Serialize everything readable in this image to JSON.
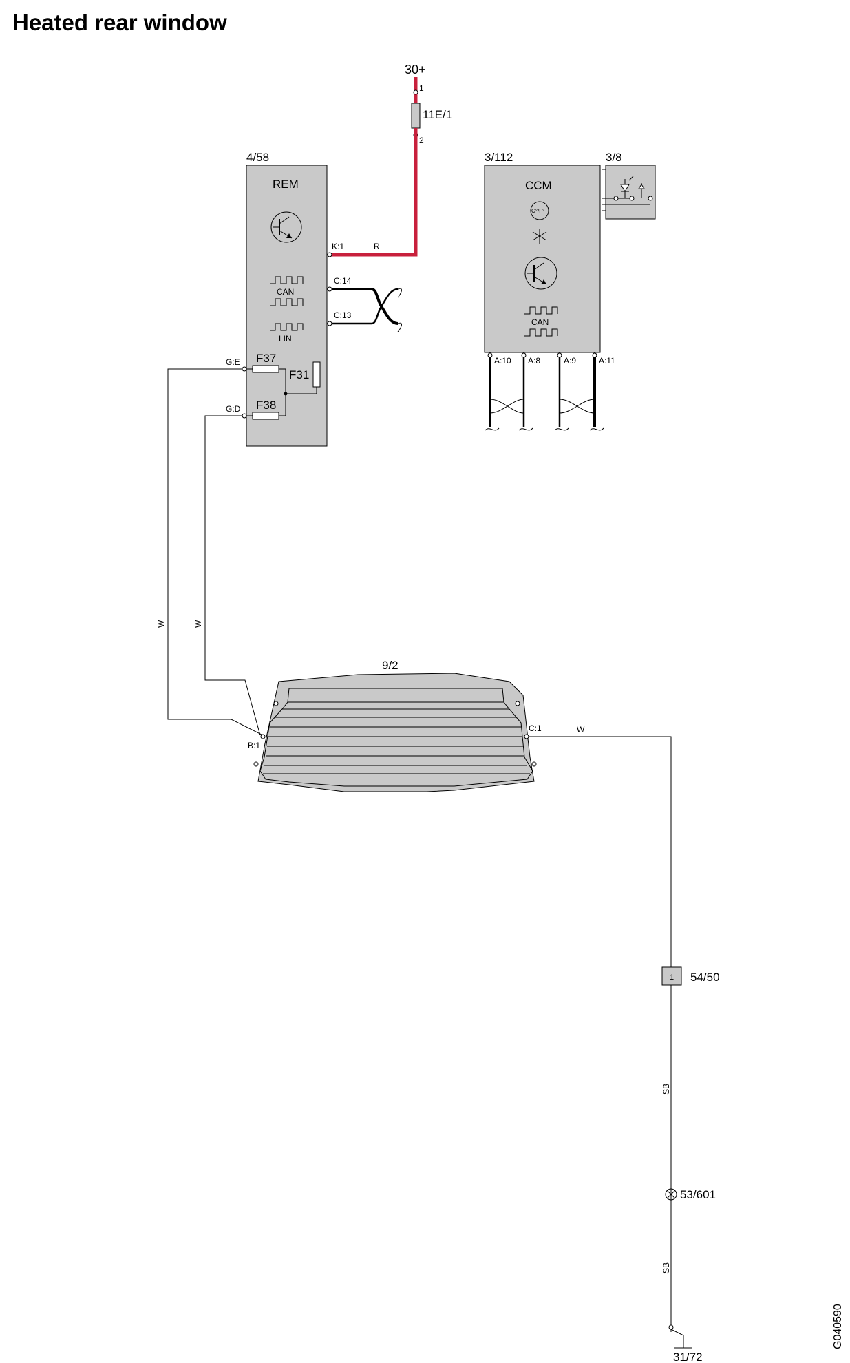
{
  "title": "Heated rear window",
  "drawing_number": "G040590",
  "power": {
    "label": "30+",
    "pin_top": "1",
    "pin_bottom": "2",
    "fuse": "11E/1"
  },
  "rem": {
    "id": "4/58",
    "name": "REM",
    "k1": "K:1",
    "c14": "C:14",
    "c13": "C:13",
    "ge": "G:E",
    "gd": "G:D",
    "can": "CAN",
    "lin": "LIN",
    "f37": "F37",
    "f38": "F38",
    "f31": "F31"
  },
  "ccm": {
    "id": "3/112",
    "name": "CCM",
    "can": "CAN",
    "temp_unit": "C°/F°",
    "a10": "A:10",
    "a8": "A:8",
    "a9": "A:9",
    "a11": "A:11"
  },
  "sensor": {
    "id": "3/8"
  },
  "window": {
    "id": "9/2",
    "b1": "B:1",
    "c1": "C:1"
  },
  "wire_colors": {
    "red": "R",
    "white": "W",
    "ground": "SB"
  },
  "colors": {
    "red_wire": "#c8203c",
    "component_fill": "#c9c9c9",
    "line": "#000000"
  },
  "connector": {
    "id": "54/50",
    "pin": "1"
  },
  "splice": {
    "id": "53/601"
  },
  "ground": {
    "id": "31/72"
  }
}
